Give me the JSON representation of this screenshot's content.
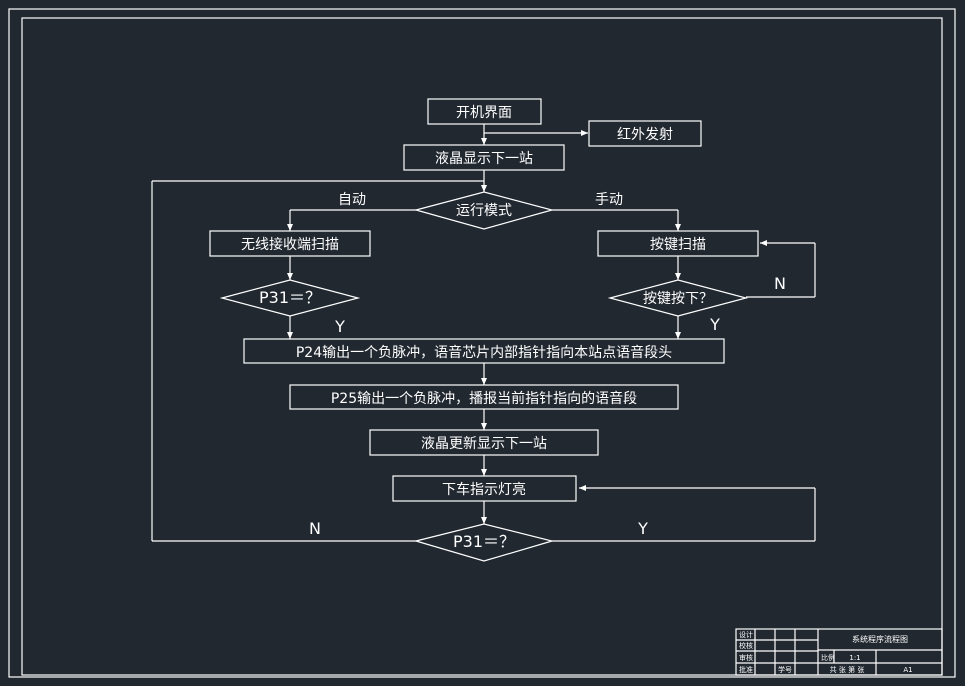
{
  "nodes": {
    "boot": "开机界面",
    "ir": "红外发射",
    "lcd_next": "液晶显示下一站",
    "mode": "运行模式",
    "wireless": "无线接收端扫描",
    "keyscan": "按键扫描",
    "p31_q1": "P31＝？",
    "key_q": "按键按下？",
    "p24": "P24输出一个负脉冲，语音芯片内部指针指向本站点语音段头",
    "p25": "P25输出一个负脉冲，播报当前指针指向的语音段",
    "lcd_update": "液晶更新显示下一站",
    "light": "下车指示灯亮",
    "p31_q2": "P31＝？"
  },
  "labels": {
    "auto": "自动",
    "manual": "手动",
    "n_key": "N",
    "y_left": "Y",
    "y_right": "Y",
    "n_bottom": "N",
    "y_bottom": "Y"
  },
  "title_block": {
    "design": "设计",
    "draw": "校核",
    "review": "审核",
    "approve": "批准",
    "student_no": "学号",
    "title": "系统程序流程图",
    "scale_label": "比例",
    "scale": "1:1",
    "sheets": "共 张 第 张",
    "size": "A1"
  },
  "colors": {
    "background": "#212830",
    "line": "#ffffff"
  }
}
